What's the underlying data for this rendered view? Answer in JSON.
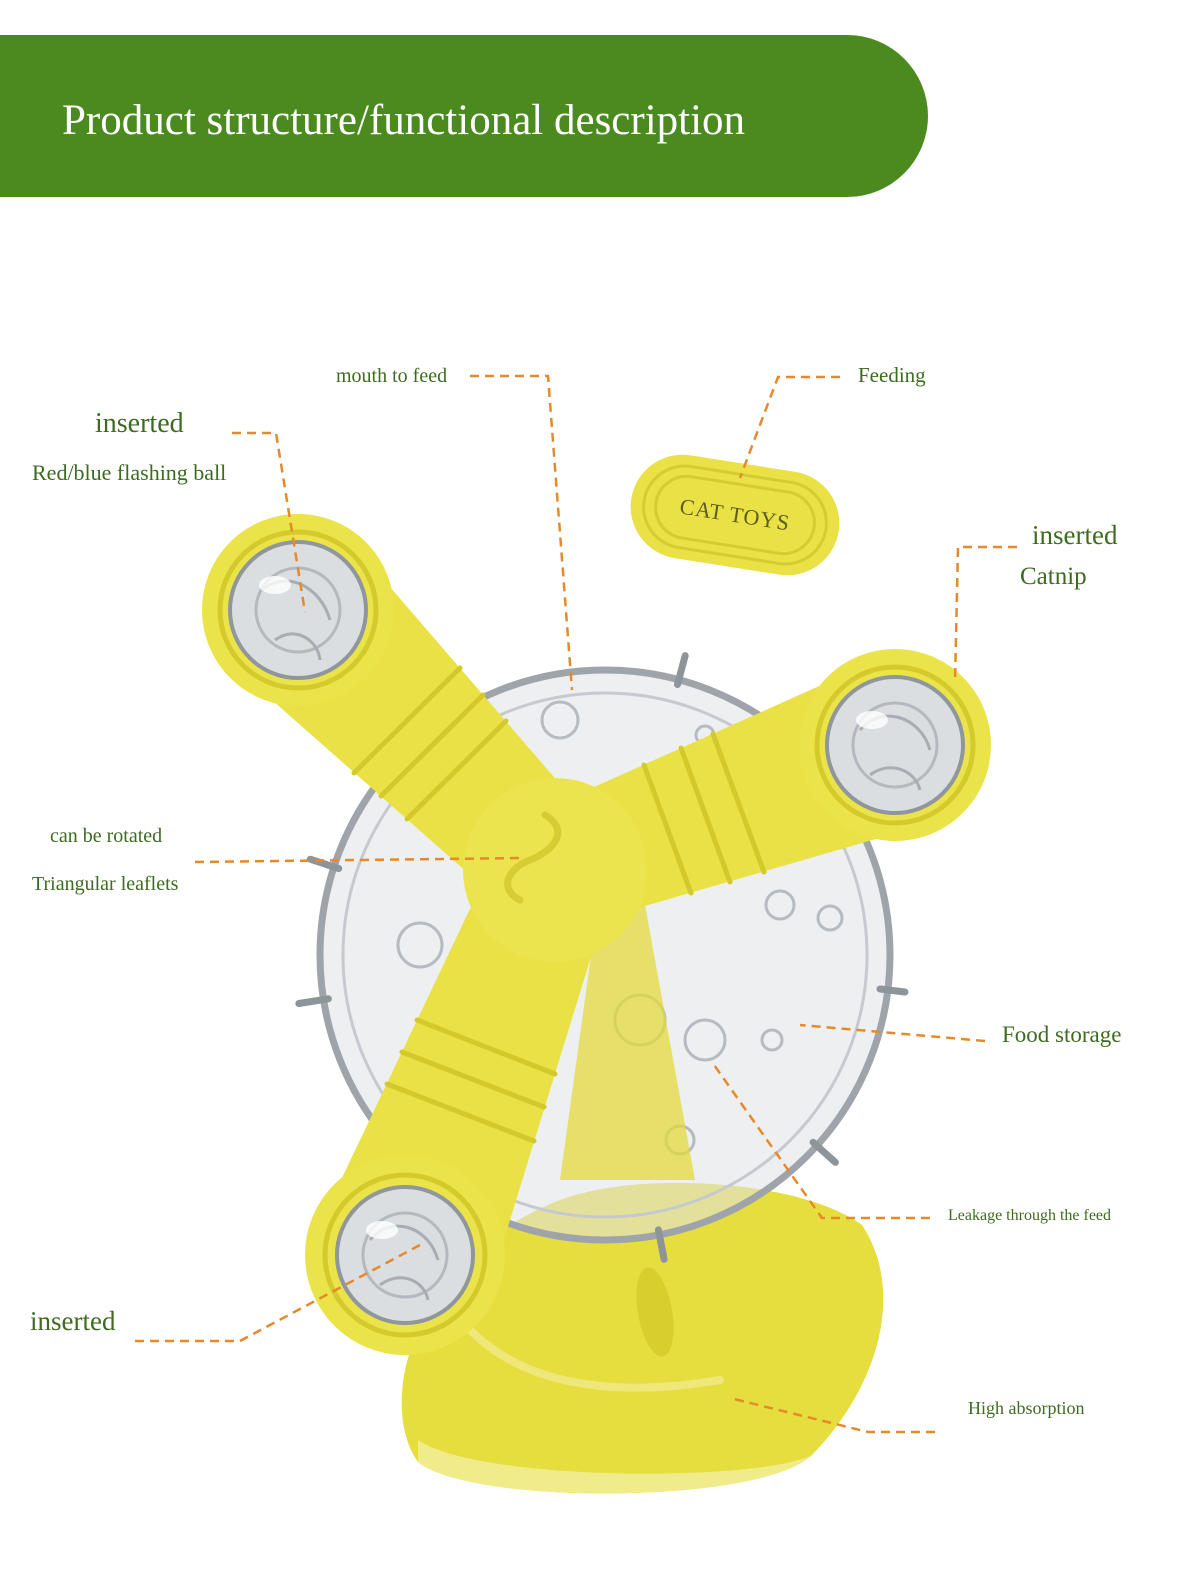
{
  "banner": {
    "title": "Product structure/functional description"
  },
  "colors": {
    "banner": "#4a8a1e",
    "label_text": "#3d6b1f",
    "leader_line": "#e58a2b",
    "toy_yellow": "#e9e146"
  },
  "product": {
    "lid_text": "CAT TOYS"
  },
  "callouts": {
    "mouth_to_feed": "mouth to feed",
    "feeding": "Feeding",
    "flashing_ball_title": "inserted",
    "flashing_ball_desc": "Red/blue flashing ball",
    "catnip_title": "inserted",
    "catnip_desc": "Catnip",
    "rotated_title": "can be rotated",
    "rotated_desc": "Triangular leaflets",
    "food_storage": "Food storage",
    "leakage": "Leakage through the feed",
    "bottom_inserted": "inserted",
    "high_absorption": "High absorption"
  }
}
